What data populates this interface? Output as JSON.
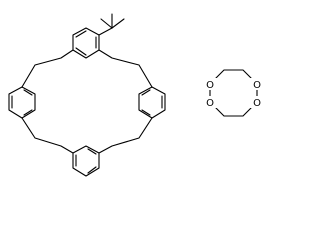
{
  "canvas": {
    "background": "#ffffff",
    "ink": "#000000"
  },
  "calixarene": {
    "substituent": "tert-butyl",
    "ring_count": 4,
    "bridge_count": 4
  },
  "crown_ether": {
    "oxygen_labels": [
      "O",
      "O",
      "O",
      "O"
    ]
  }
}
